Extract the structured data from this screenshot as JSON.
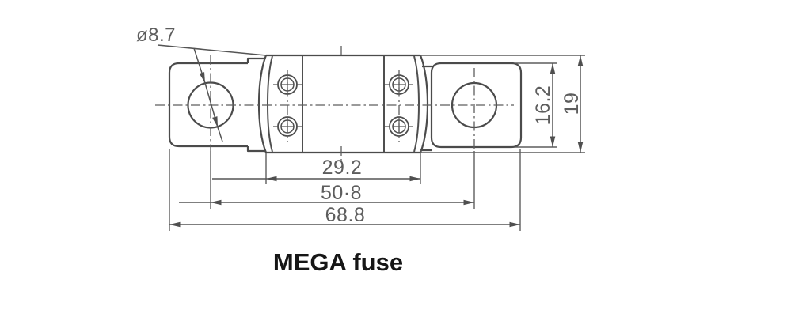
{
  "title": {
    "text": "MEGA fuse"
  },
  "drawing": {
    "type": "technical-dimension-drawing",
    "part_name": "MEGA fuse",
    "labels": {
      "hole_diameter": "ø8.7",
      "body_length": "29.2",
      "hole_pitch": "50·8",
      "overall_length": "68.8",
      "terminal_height": "16.2",
      "overall_height": "19"
    },
    "units_note": "",
    "colors": {
      "line": "#4b4b4b",
      "dim_line": "#555555",
      "dim_text": "#5d5d5d",
      "title_text": "#161616",
      "background": "#ffffff"
    },
    "icons": {
      "arrowhead": "filled-triangle-arrow",
      "centerline_style": "dash-dot"
    }
  }
}
